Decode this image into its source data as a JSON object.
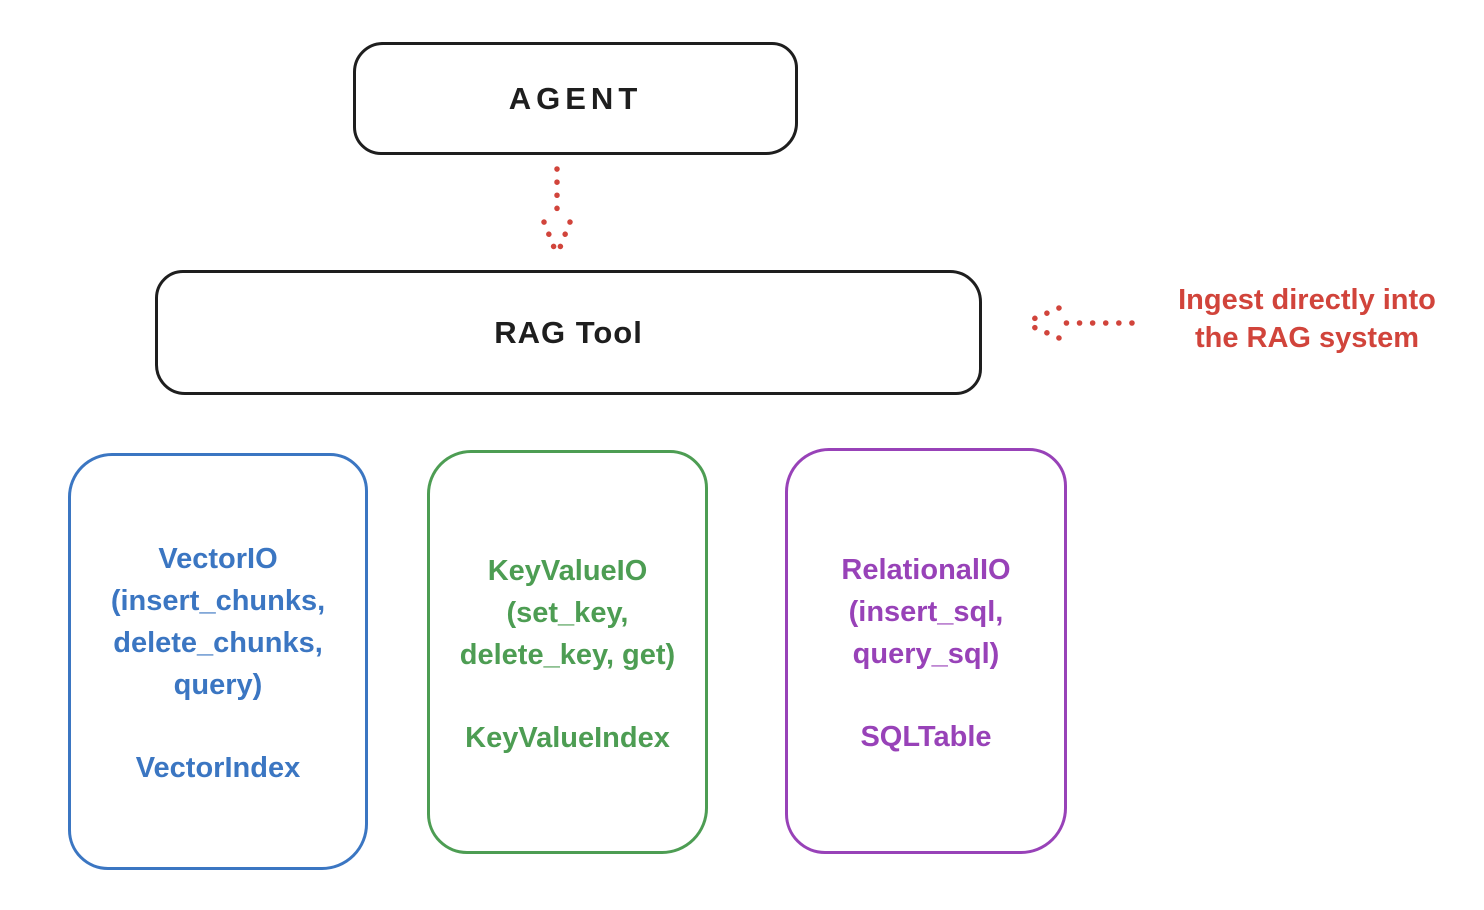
{
  "diagram": {
    "agent": {
      "label": "AGENT"
    },
    "rag_tool": {
      "label": "RAG Tool"
    },
    "annotation": {
      "lines": [
        "Ingest directly into",
        "the RAG system"
      ]
    },
    "io_boxes": [
      {
        "body_lines": [
          "VectorIO",
          "(insert_chunks,",
          "delete_chunks,",
          "query)"
        ],
        "index_label": "VectorIndex",
        "color": "#3b76c2"
      },
      {
        "body_lines": [
          "KeyValueIO",
          "(set_key,",
          "delete_key, get)"
        ],
        "index_label": "KeyValueIndex",
        "color": "#4d9d53"
      },
      {
        "body_lines": [
          "RelationalIO",
          "(insert_sql,",
          "query_sql)"
        ],
        "index_label": "SQLTable",
        "color": "#9842b8"
      }
    ],
    "colors": {
      "stroke": "#1e1e1e",
      "accent_red": "#d1443b",
      "blue": "#3b76c2",
      "green": "#4d9d53",
      "purple": "#9842b8",
      "background": "#ffffff"
    }
  }
}
